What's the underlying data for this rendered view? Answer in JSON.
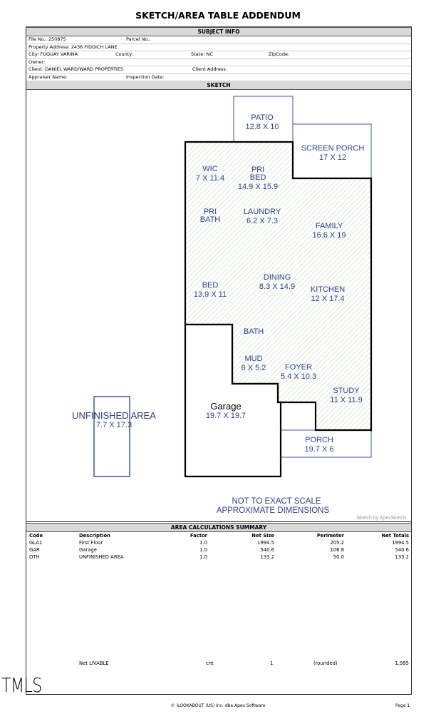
{
  "title": "SKETCH/AREA TABLE ADDENDUM",
  "subject": {
    "header": "SUBJECT INFO",
    "file_no": "File No.: 250875",
    "parcel_no": "Parcel No.:",
    "address": "Property Address: 2436 FIDDICH LANE",
    "city": "City: FUQUAY VARINA",
    "county": "County:",
    "state": "State: NC",
    "zip": "ZipCode:",
    "owner": "Owner:",
    "client": "Client: DANIEL WARD/WARD PROPERTIES",
    "client_address": "Client Address:",
    "appraiser": "Appraiser Name:",
    "inspection": "Inspection Date:"
  },
  "sketch": {
    "header": "SKETCH",
    "credit": "Sketch by ApexSketch",
    "note1": "NOT TO EXACT SCALE",
    "note2": "APPROXIMATE DIMENSIONS",
    "rooms": [
      {
        "name": "PATIO",
        "dim": "12.8 X 10"
      },
      {
        "name": "SCREEN PORCH",
        "dim": "17 X 12"
      },
      {
        "name": "WIC",
        "dim": "7 X 11.4"
      },
      {
        "name": "PRI BED",
        "dim": "14.9 X 15.9"
      },
      {
        "name": "PRI BATH",
        "dim": ""
      },
      {
        "name": "LAUNDRY",
        "dim": "6.2 X 7.3"
      },
      {
        "name": "FAMILY",
        "dim": "16.6 X 19"
      },
      {
        "name": "BED",
        "dim": "13.9 X 11"
      },
      {
        "name": "DINING",
        "dim": "8.3 X 14.9"
      },
      {
        "name": "KITCHEN",
        "dim": "12 X 17.4"
      },
      {
        "name": "BATH",
        "dim": ""
      },
      {
        "name": "MUD",
        "dim": "6 X 5.2"
      },
      {
        "name": "FOYER",
        "dim": "5.4 X 10.3"
      },
      {
        "name": "STUDY",
        "dim": "11 X 11.9"
      },
      {
        "name": "Garage",
        "dim": "19.7 X 19.7"
      },
      {
        "name": "PORCH",
        "dim": "19.7 X 6"
      },
      {
        "name": "UNFINISHED AREA",
        "dim": "7.7 X 17.3"
      }
    ],
    "colors": {
      "gla_outline": "#000000",
      "hatch": "#cfe3c8",
      "label": "#2b3f8f"
    }
  },
  "area": {
    "header": "AREA CALCULATIONS SUMMARY",
    "columns": [
      "Code",
      "Description",
      "Factor",
      "Net Size",
      "Perimeter",
      "Net Totals"
    ],
    "rows": [
      [
        "GLA1",
        "First Floor",
        "1.0",
        "1994.5",
        "205.2",
        "1994.5"
      ],
      [
        "GAR",
        "Garage",
        "1.0",
        "540.6",
        "106.8",
        "540.6"
      ],
      [
        "OTH",
        "UNFINISHED AREA",
        "1.0",
        "133.2",
        "50.0",
        "133.2"
      ]
    ],
    "livable": [
      "Net LIVABLE",
      "cnt",
      "1",
      "(rounded)",
      "1,995"
    ]
  },
  "footer": {
    "copyright": "© iLOOKABOUT (US) Inc. dba Apex Software",
    "page": "Page 1",
    "watermark": "TMLS"
  }
}
